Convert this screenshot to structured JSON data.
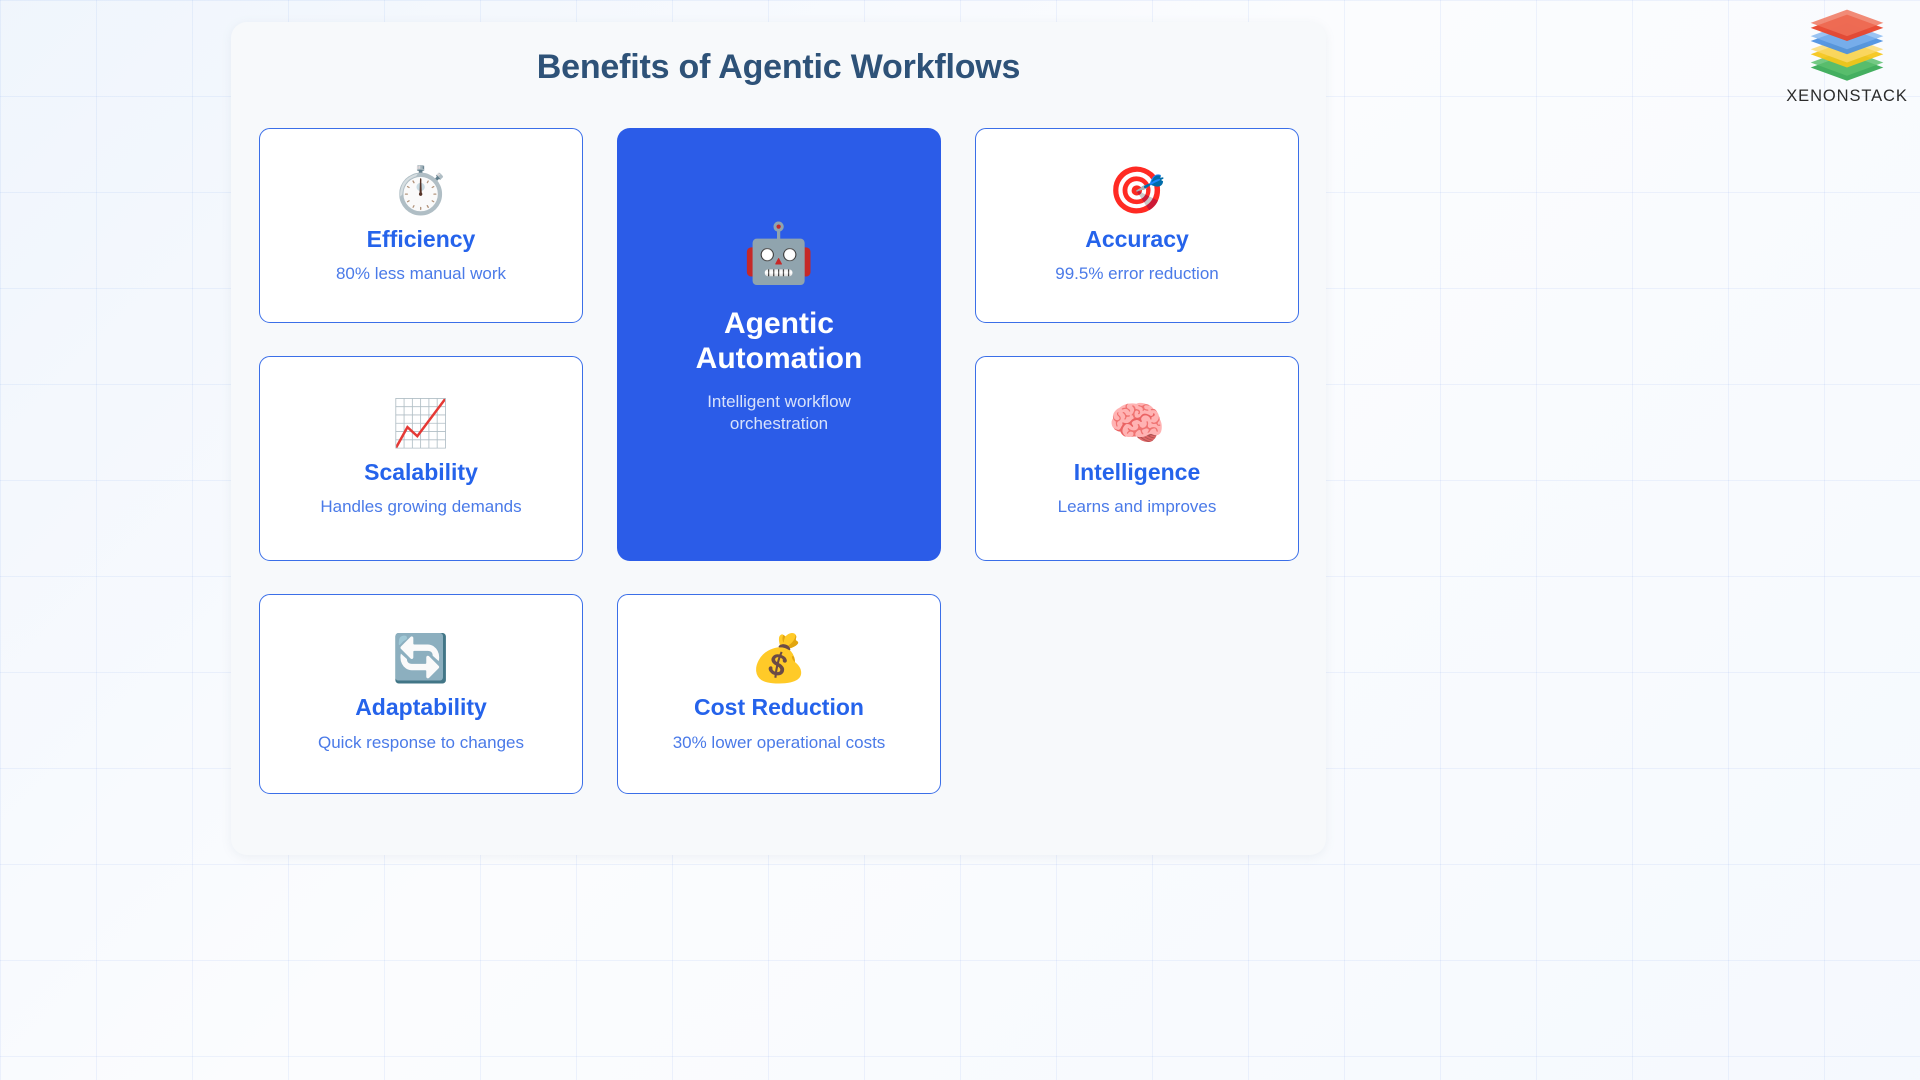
{
  "brand": {
    "name": "XENONSTACK",
    "logo_icon": "stacked-layers-logo",
    "layer_colors": [
      "#e8452c",
      "#4a90e2",
      "#f5c518",
      "#34a853"
    ]
  },
  "panel": {
    "title": "Benefits of Agentic Workflows",
    "title_color": "#2e5278",
    "background": "#f7f9fb"
  },
  "theme": {
    "accent": "#2563eb",
    "card_border": "#3b6fe8",
    "featured_bg": "#2b5ce8",
    "subtitle_color": "#4a7ae8",
    "page_bg": "#fbfcfe"
  },
  "cards": [
    {
      "id": "efficiency",
      "icon": "⏱️",
      "icon_name": "stopwatch-icon",
      "title": "Efficiency",
      "subtitle": "80% less manual work",
      "featured": false
    },
    {
      "id": "agentic-automation",
      "icon": "🤖",
      "icon_name": "robot-icon",
      "title": "Agentic Automation",
      "subtitle": "Intelligent workflow orchestration",
      "featured": true
    },
    {
      "id": "accuracy",
      "icon": "🎯",
      "icon_name": "target-icon",
      "title": "Accuracy",
      "subtitle": "99.5% error reduction",
      "featured": false
    },
    {
      "id": "scalability",
      "icon": "📈",
      "icon_name": "chart-increasing-icon",
      "title": "Scalability",
      "subtitle": "Handles growing demands",
      "featured": false
    },
    {
      "id": "intelligence",
      "icon": "🧠",
      "icon_name": "brain-icon",
      "title": "Intelligence",
      "subtitle": "Learns and improves",
      "featured": false
    },
    {
      "id": "adaptability",
      "icon": "🔄",
      "icon_name": "arrows-counterclockwise-icon",
      "title": "Adaptability",
      "subtitle": "Quick response to changes",
      "featured": false
    },
    {
      "id": "cost-reduction",
      "icon": "💰",
      "icon_name": "money-bag-icon",
      "title": "Cost Reduction",
      "subtitle": "30% lower operational costs",
      "featured": false
    }
  ]
}
